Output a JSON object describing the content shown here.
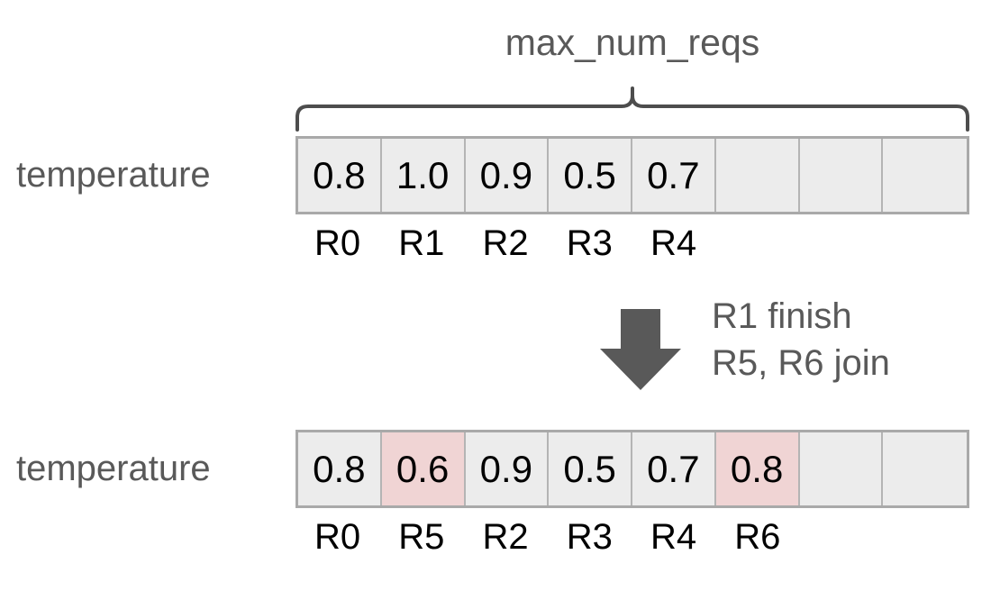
{
  "title": "max_num_reqs",
  "brace": {
    "name": "curly-brace-span"
  },
  "rows": [
    {
      "label": "temperature",
      "cells": [
        {
          "value": "0.8",
          "highlight": false,
          "empty": false
        },
        {
          "value": "1.0",
          "highlight": false,
          "empty": false
        },
        {
          "value": "0.9",
          "highlight": false,
          "empty": false
        },
        {
          "value": "0.5",
          "highlight": false,
          "empty": false
        },
        {
          "value": "0.7",
          "highlight": false,
          "empty": false
        },
        {
          "value": "",
          "highlight": false,
          "empty": true
        },
        {
          "value": "",
          "highlight": false,
          "empty": true
        },
        {
          "value": "",
          "highlight": false,
          "empty": true
        }
      ],
      "tags": [
        "R0",
        "R1",
        "R2",
        "R3",
        "R4",
        "",
        "",
        ""
      ]
    },
    {
      "label": "temperature",
      "cells": [
        {
          "value": "0.8",
          "highlight": false,
          "empty": false
        },
        {
          "value": "0.6",
          "highlight": true,
          "empty": false
        },
        {
          "value": "0.9",
          "highlight": false,
          "empty": false
        },
        {
          "value": "0.5",
          "highlight": false,
          "empty": false
        },
        {
          "value": "0.7",
          "highlight": false,
          "empty": false
        },
        {
          "value": "0.8",
          "highlight": true,
          "empty": false
        },
        {
          "value": "",
          "highlight": false,
          "empty": true
        },
        {
          "value": "",
          "highlight": false,
          "empty": true
        }
      ],
      "tags": [
        "R0",
        "R5",
        "R2",
        "R3",
        "R4",
        "R6",
        "",
        ""
      ]
    }
  ],
  "arrow": {
    "name": "down-arrow-icon",
    "direction": "down"
  },
  "note": {
    "line1": "R1 finish",
    "line2": "R5, R6 join"
  },
  "colors": {
    "cell_fill": "#ececec",
    "cell_highlight": "#f0d4d4",
    "cell_border": "#a9a9a9",
    "text_grey": "#595959",
    "text_black": "#000000",
    "arrow": "#595959",
    "background": "#ffffff"
  }
}
